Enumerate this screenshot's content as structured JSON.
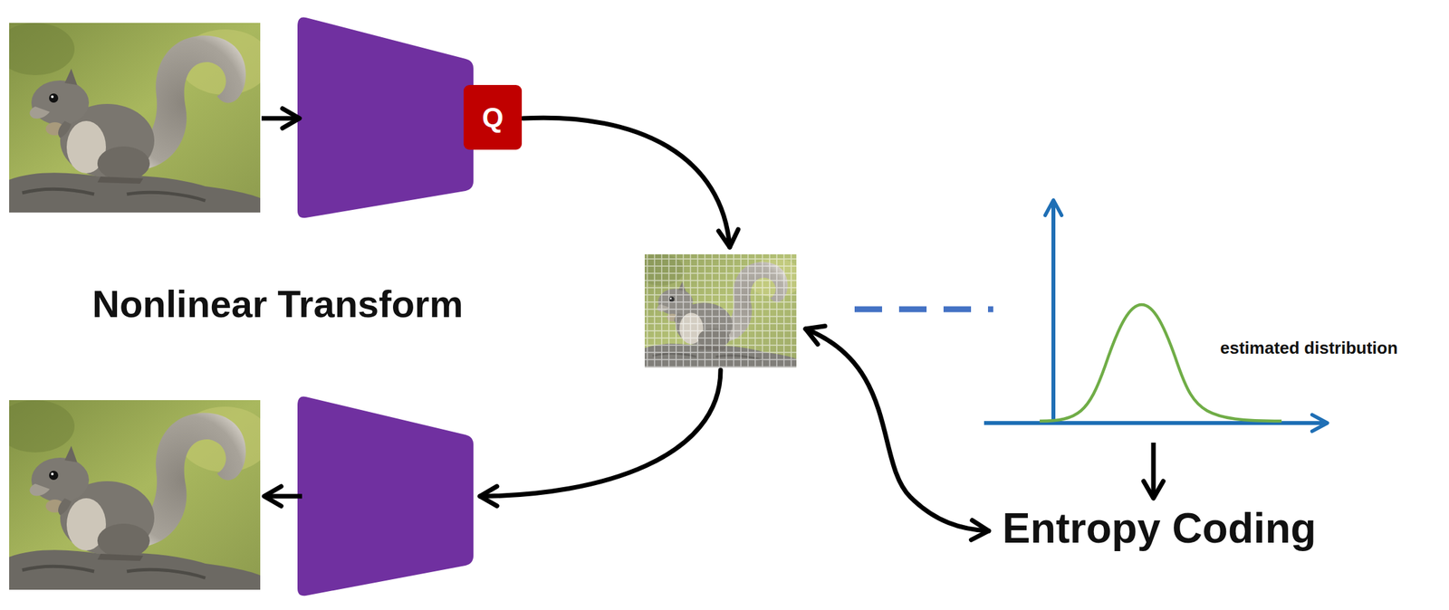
{
  "diagram": {
    "nodes": [
      {
        "text": [
          "Q"
        ]
      }
    ],
    "labels": [
      "Nonlinear Transform",
      "estimated distribution",
      "Entropy Coding"
    ]
  }
}
